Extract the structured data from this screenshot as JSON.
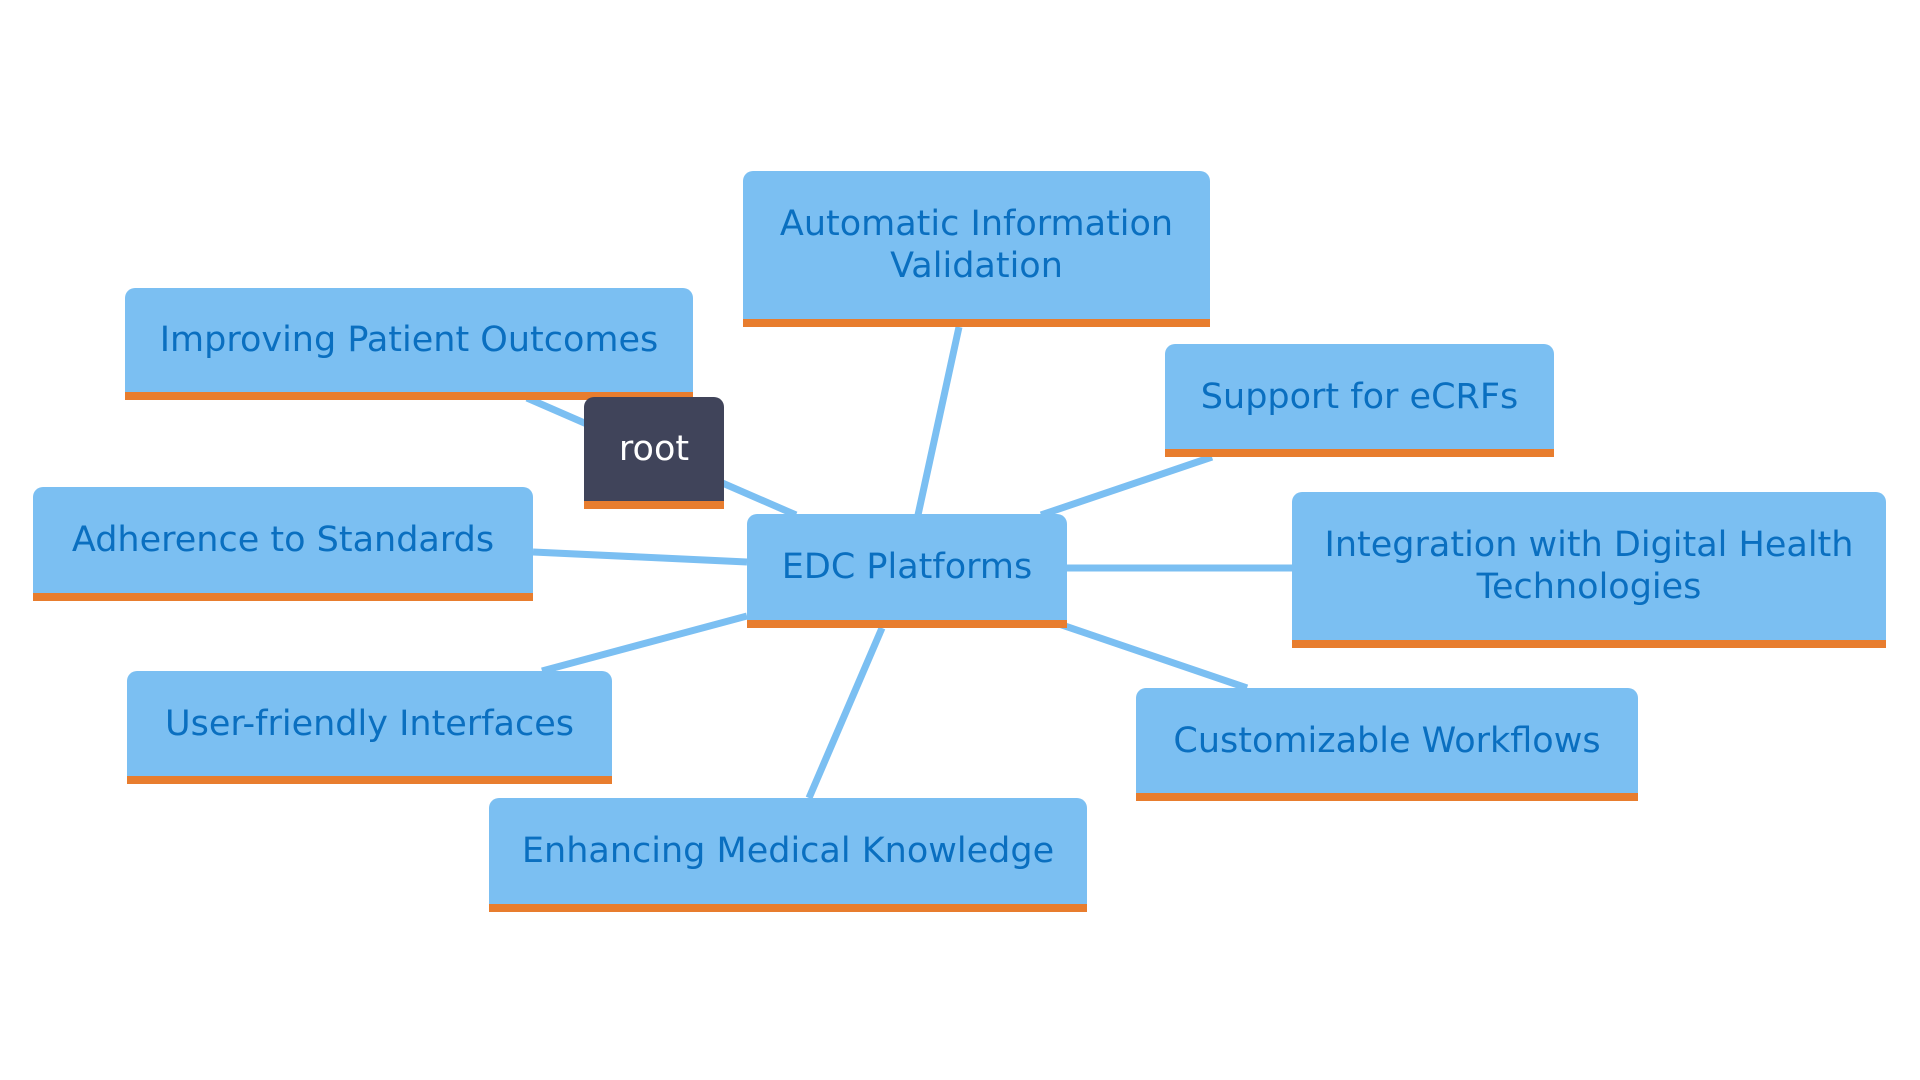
{
  "colors": {
    "node_fill": "#7bbff2",
    "node_text": "#0a6fc0",
    "accent_bar": "#e87d2e",
    "root_fill": "#40445a",
    "edge": "#7bbff2"
  },
  "root": {
    "label": "root"
  },
  "center": {
    "label": "EDC Platforms"
  },
  "children": [
    {
      "id": "automatic",
      "label": "Automatic Information Validation"
    },
    {
      "id": "improving",
      "label": "Improving Patient Outcomes"
    },
    {
      "id": "support",
      "label": "Support for eCRFs"
    },
    {
      "id": "adherence",
      "label": "Adherence to Standards"
    },
    {
      "id": "integration",
      "label": "Integration with Digital Health Technologies"
    },
    {
      "id": "userfriendly",
      "label": "User-friendly Interfaces"
    },
    {
      "id": "customizable",
      "label": "Customizable Workflows"
    },
    {
      "id": "enhancing",
      "label": "Enhancing Medical Knowledge"
    }
  ]
}
